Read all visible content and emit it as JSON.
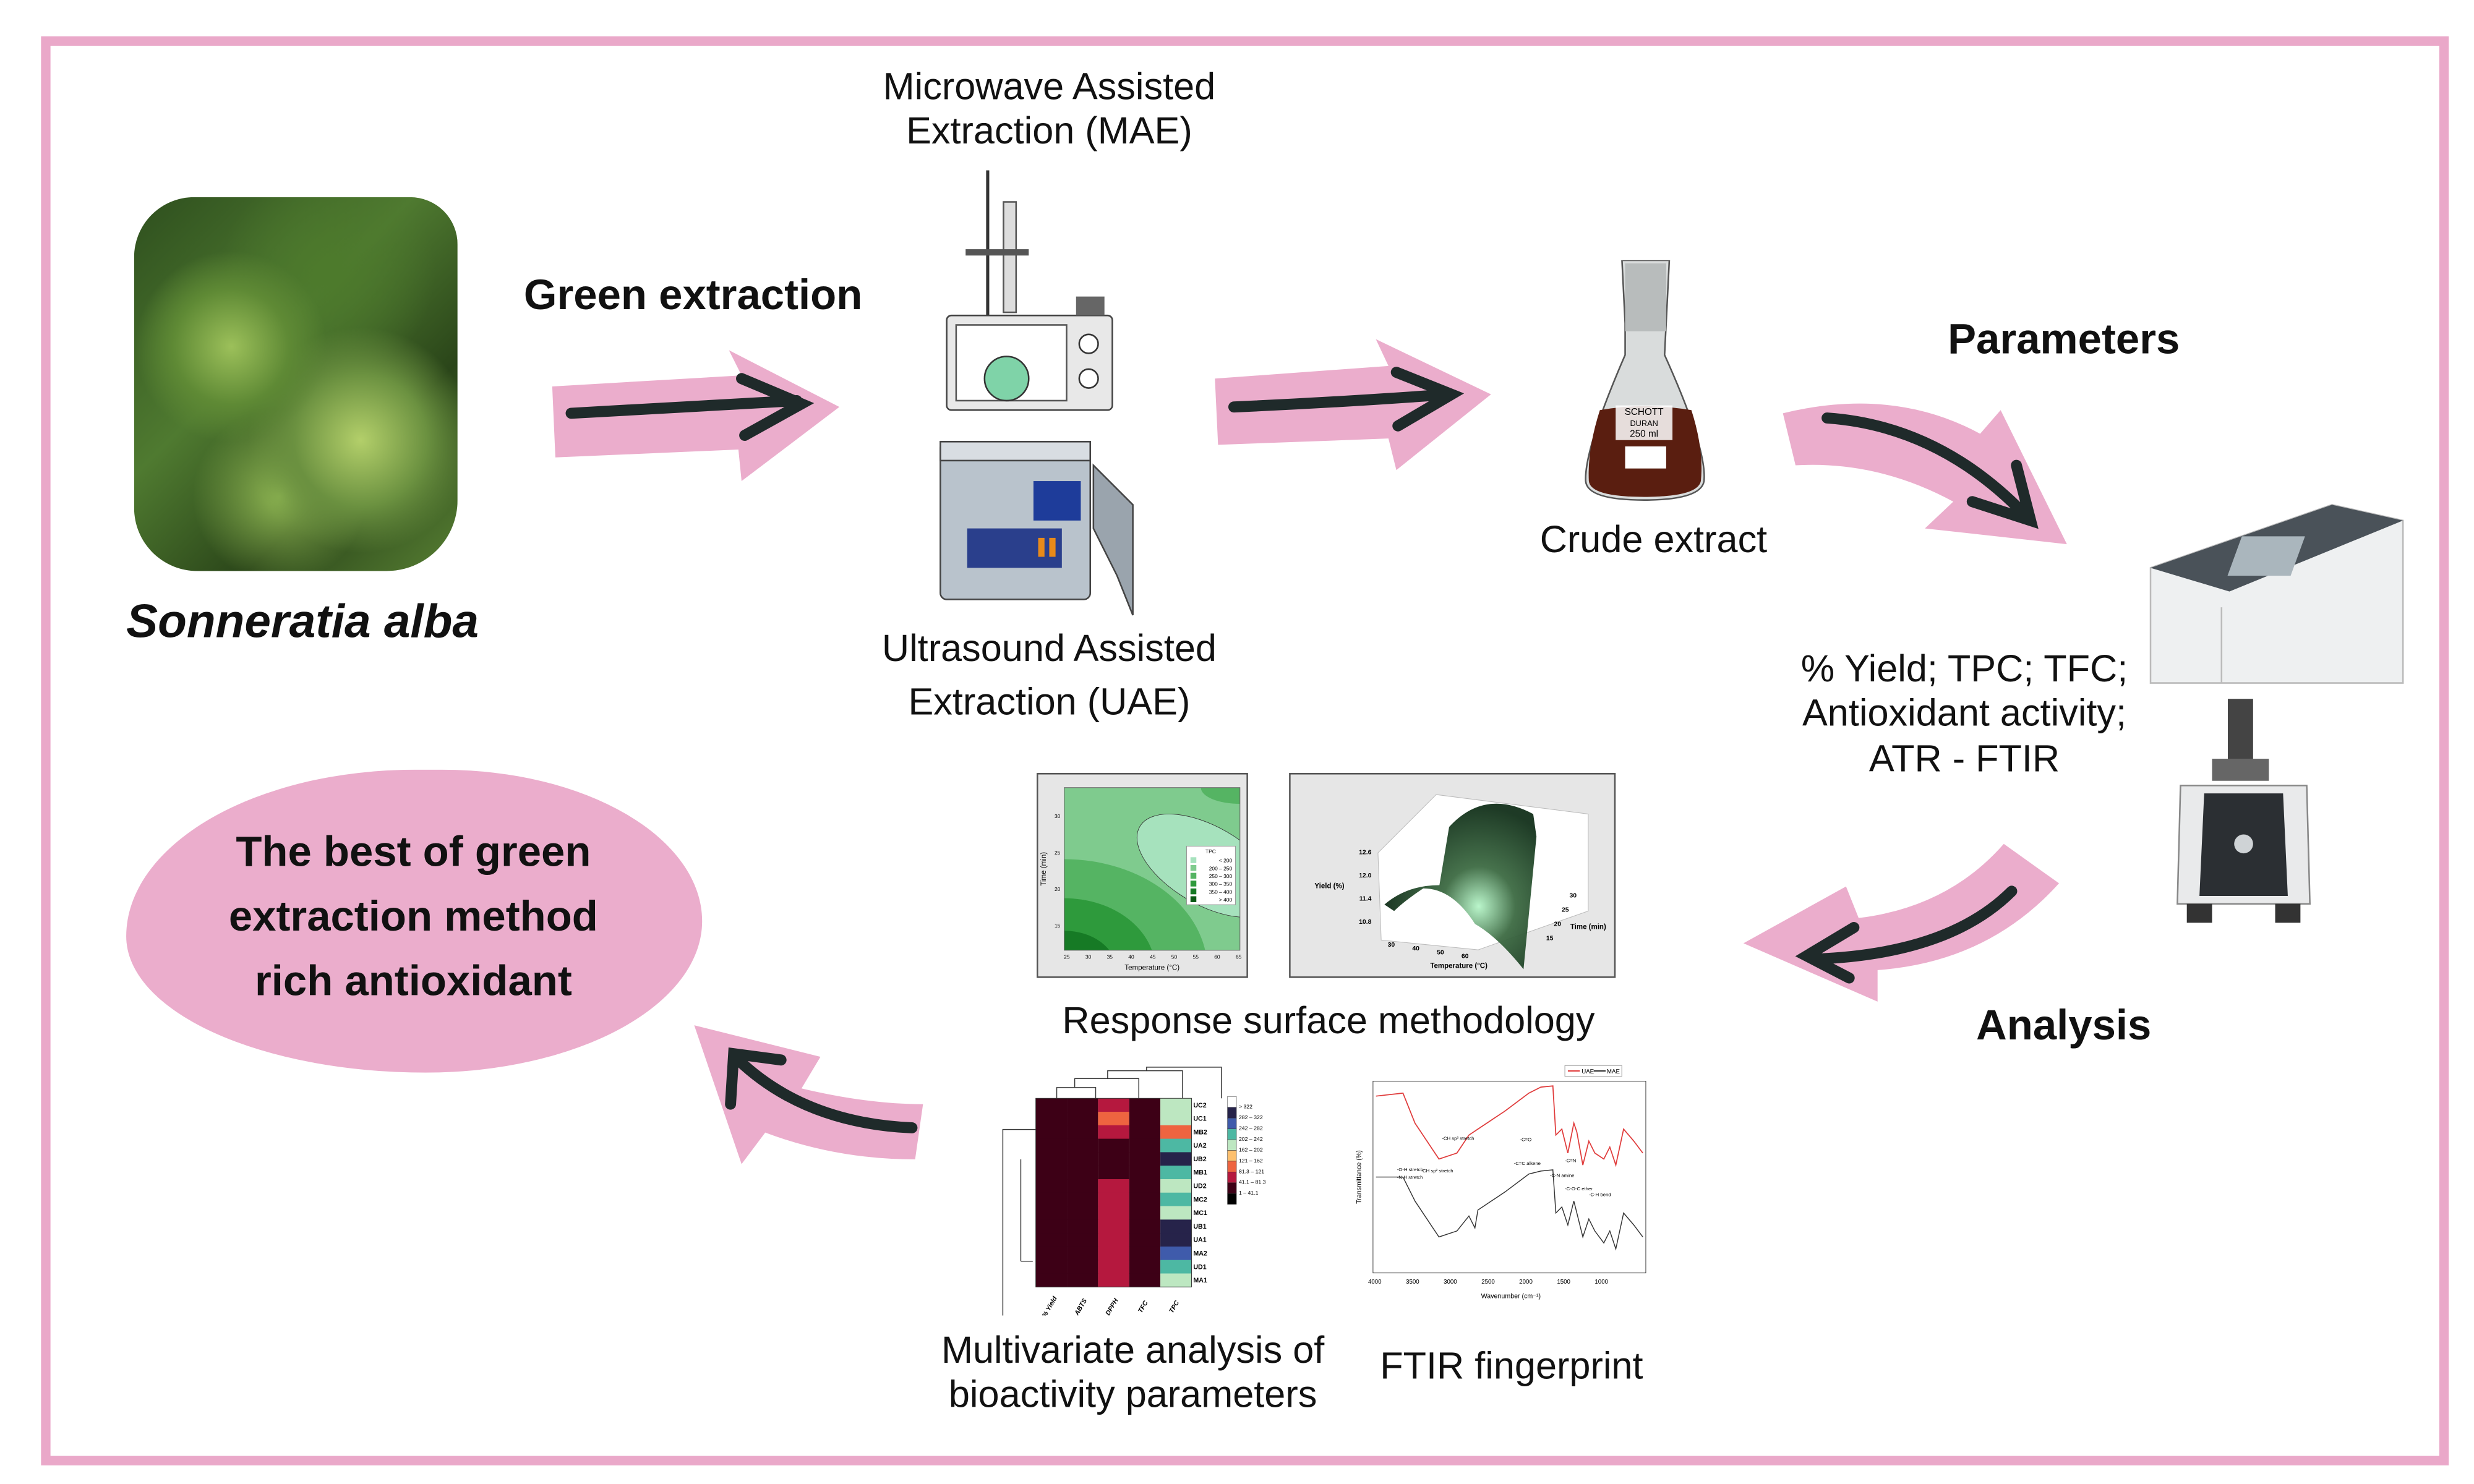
{
  "plant": {
    "name": "Sonneratia alba"
  },
  "steps": {
    "green_extraction": "Green extraction",
    "mae": [
      "Microwave Assisted",
      "Extraction (MAE)"
    ],
    "uae": [
      "Ultrasound Assisted",
      "Extraction (UAE)"
    ],
    "crude_extract": "Crude extract",
    "parameters": "Parameters",
    "parameter_list": [
      "% Yield; TPC; TFC;",
      "Antioxidant activity;",
      "ATR - FTIR"
    ],
    "analysis": "Analysis",
    "rsm": "Response surface methodology",
    "multivariate": [
      "Multivariate analysis of",
      "bioactivity parameters"
    ],
    "ftir": "FTIR fingerprint",
    "result": [
      "The best of green",
      "extraction method",
      "rich antioxidant"
    ]
  },
  "flask_label": {
    "brand": "SCHOTT",
    "sub": "DURAN",
    "volume": "250 ml"
  },
  "colors": {
    "frame": "#eaa8c9",
    "arrow": "#ebadcc",
    "stroke": "#1f2a2a"
  },
  "chart_data": [
    {
      "type": "heatmap",
      "name": "contour",
      "xlabel": "Temperature (°C)",
      "ylabel": "Time (min)",
      "xticks": [
        "25",
        "30",
        "35",
        "40",
        "45",
        "50",
        "55",
        "60",
        "65"
      ],
      "yticks": [
        "15",
        "20",
        "25",
        "30"
      ],
      "legend_title": "TPC",
      "legend": [
        "< 200",
        "200 – 250",
        "250 – 300",
        "300 – 350",
        "350 – 400",
        "> 400"
      ],
      "legend_colors": [
        "#a6e2bd",
        "#7fcb8e",
        "#55b463",
        "#2e9a3c",
        "#167a25",
        "#0a5a14"
      ]
    },
    {
      "type": "area",
      "name": "surface",
      "zlabel": "Yield (%)",
      "zticks": [
        "10.8",
        "11.4",
        "12.0",
        "12.6"
      ],
      "xlabel": "Temperature (°C)",
      "xticks": [
        "30",
        "40",
        "50",
        "60"
      ],
      "ylabel": "Time (min)",
      "yticks": [
        "15",
        "20",
        "25",
        "30"
      ]
    },
    {
      "type": "heatmap",
      "name": "bioactivity",
      "columns": [
        "% Yield",
        "ABTS",
        "DPPH",
        "TFC",
        "TPC"
      ],
      "rows": [
        "UC2",
        "UC1",
        "MB2",
        "UA2",
        "UB2",
        "MB1",
        "UD2",
        "MC2",
        "MC1",
        "UB1",
        "UA1",
        "MA2",
        "UD1",
        "MA1"
      ],
      "bins": [
        "> 322",
        "282 – 322",
        "242 – 282",
        "202 – 242",
        "162 – 202",
        "121 – 162",
        "81.3 – 121",
        "41.1 – 81.3",
        "1 – 41.1"
      ],
      "bin_colors": [
        "#ffffff",
        "#26234a",
        "#3f5bab",
        "#4db8a3",
        "#bde7c1",
        "#fdc06e",
        "#ee6440",
        "#b5183e",
        "#3d0016",
        "#000000"
      ],
      "cells": [
        [
          8,
          8,
          7,
          8,
          4
        ],
        [
          8,
          8,
          6,
          8,
          4
        ],
        [
          8,
          8,
          7,
          8,
          6
        ],
        [
          8,
          8,
          8,
          8,
          3
        ],
        [
          8,
          8,
          8,
          8,
          1
        ],
        [
          8,
          8,
          8,
          8,
          3
        ],
        [
          8,
          8,
          7,
          8,
          4
        ],
        [
          8,
          8,
          7,
          8,
          3
        ],
        [
          8,
          8,
          7,
          8,
          4
        ],
        [
          8,
          8,
          7,
          8,
          1
        ],
        [
          8,
          8,
          7,
          8,
          1
        ],
        [
          8,
          8,
          7,
          8,
          2
        ],
        [
          8,
          8,
          7,
          8,
          3
        ],
        [
          8,
          8,
          7,
          8,
          4
        ]
      ]
    },
    {
      "type": "line",
      "name": "ftir",
      "xlabel": "Wavenumber (cm⁻¹)",
      "ylabel": "Transmittance (%)",
      "xlim": [
        4000,
        650
      ],
      "xticks": [
        "4000",
        "3500",
        "3000",
        "2500",
        "2000",
        "1500",
        "1000"
      ],
      "series": [
        {
          "name": "UAE",
          "color": "#e03c3c"
        },
        {
          "name": "MAE",
          "color": "#333333"
        }
      ],
      "annotations": [
        "-O-H stretch",
        "-N-H stretch",
        "-CH sp² stretch",
        "-CH sp³ stretch",
        "-C=O",
        "-C=C alkene",
        "-C=N",
        "-C-N amine",
        "-C-O-C ether",
        "-C-H bend"
      ]
    }
  ]
}
